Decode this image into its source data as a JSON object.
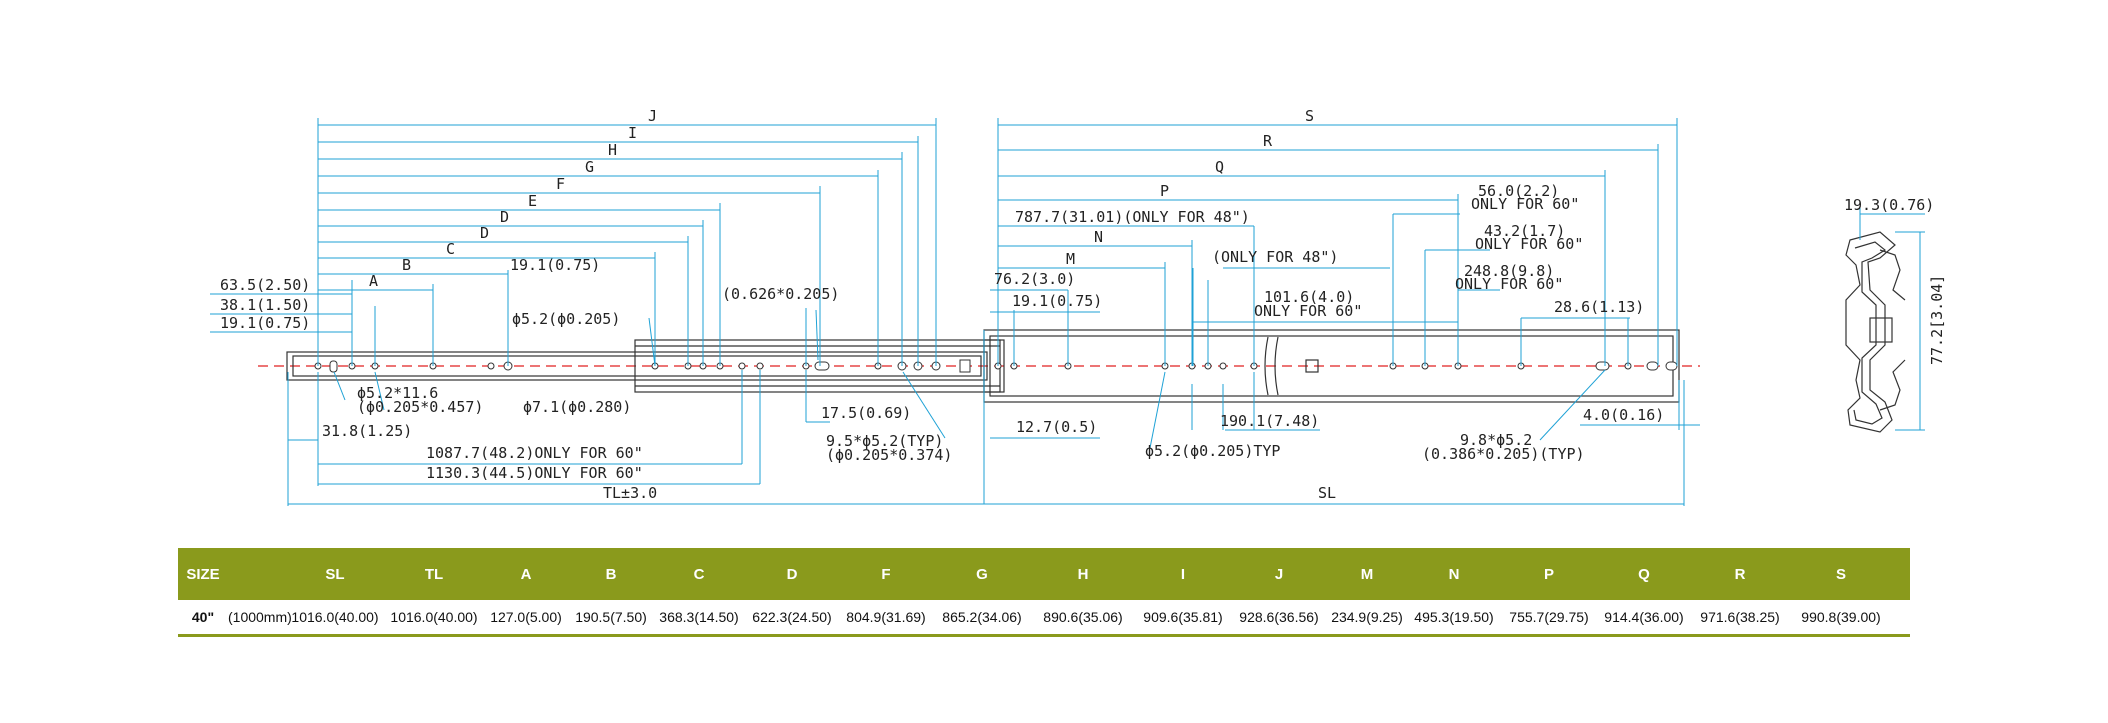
{
  "dims": {
    "top_left": [
      "J",
      "I",
      "H",
      "G",
      "F",
      "E",
      "D",
      "D",
      "C",
      "B",
      "A"
    ],
    "top_right": [
      "S",
      "R",
      "Q",
      "P",
      "N",
      "M"
    ],
    "left_labels": [
      "63.5(2.50)",
      "38.1(1.50)",
      "19.1(0.75)",
      "19.1(0.75)",
      "ϕ5.2(ϕ0.205)",
      "(0.626*0.205)"
    ],
    "slot_note_1": "ϕ5.2*11.6",
    "slot_note_2": "(ϕ0.205*0.457)",
    "hole_71": "ϕ7.1(ϕ0.280)",
    "d_318": "31.8(1.25)",
    "d_1087": "1087.7(48.2)ONLY FOR 60\"",
    "d_1130": "1130.3(44.5)ONLY FOR 60\"",
    "d_tl": "TL±3.0",
    "d_175": "17.5(0.69)",
    "slot95_1": "9.5*ϕ5.2(TYP)",
    "slot95_2": "(ϕ0.205*0.374)",
    "d_7877": "787.7(31.01)(ONLY FOR 48\")",
    "d_762": "76.2(3.0)",
    "d_191r": "19.1(0.75)",
    "only48": "(ONLY FOR 48\")",
    "d_1016": "101.6(4.0)",
    "only60a": "ONLY FOR 60\"",
    "d_1901": "190.1(7.48)",
    "d_127": "12.7(0.5)",
    "hole52typ": "ϕ5.2(ϕ0.205)TYP",
    "d_sl": "SL",
    "d_560": "56.0(2.2)",
    "only60b": "ONLY FOR 60\"",
    "d_432": "43.2(1.7)",
    "only60c": "ONLY FOR 60\"",
    "d_2488": "248.8(9.8)",
    "only60d": "ONLY FOR 60\"",
    "d_286": "28.6(1.13)",
    "d_40": "4.0(0.16)",
    "slot98_1": "9.8*ϕ5.2",
    "slot98_2": "(0.386*0.205)(TYP)",
    "d_193": "19.3(0.76)",
    "d_772": "77.2[3.04]"
  },
  "table": {
    "headers": [
      "SIZE",
      "",
      "SL",
      "TL",
      "A",
      "B",
      "C",
      "D",
      "F",
      "G",
      "H",
      "I",
      "J",
      "M",
      "N",
      "P",
      "Q",
      "R",
      "S"
    ],
    "values": [
      "40\"",
      "(1000mm)",
      "1016.0(40.00)",
      "1016.0(40.00)",
      "127.0(5.00)",
      "190.5(7.50)",
      "368.3(14.50)",
      "622.3(24.50)",
      "804.9(31.69)",
      "865.2(34.06)",
      "890.6(35.06)",
      "909.6(35.81)",
      "928.6(36.56)",
      "234.9(9.25)",
      "495.3(19.50)",
      "755.7(29.75)",
      "914.4(36.00)",
      "971.6(38.25)",
      "990.8(39.00)"
    ]
  }
}
